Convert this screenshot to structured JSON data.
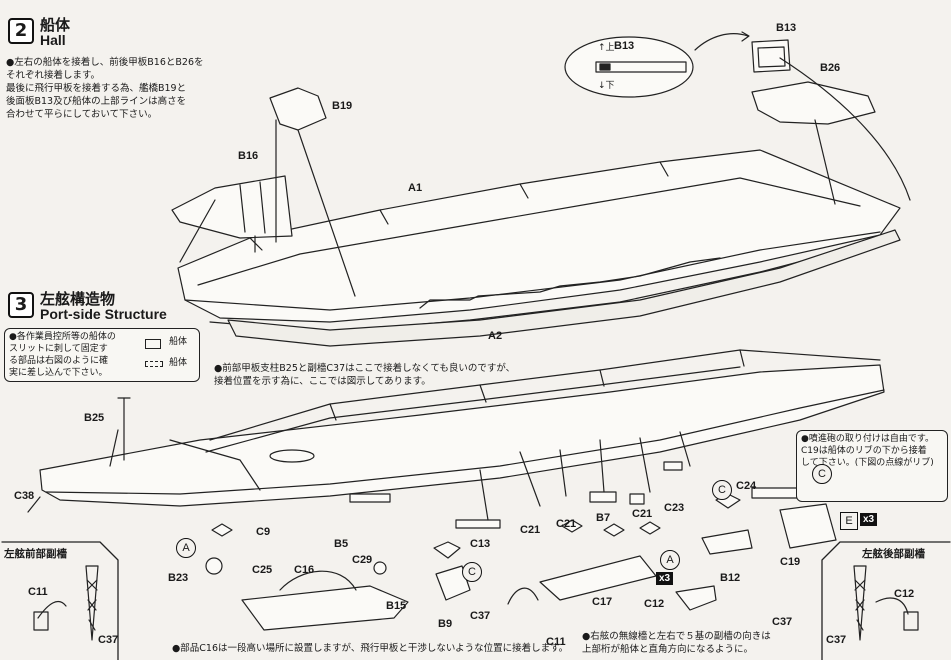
{
  "step2": {
    "number": "2",
    "title_jp": "船体",
    "title_en": "Hall",
    "note": "●左右の船体を接着し、前後甲板B16とB26を\nそれぞれ接着します。\n最後に飛行甲板を接着する為、艦橋B19と\n後面板B13及び船体の上部ラインは高さを\n合わせて平らにしておいて下さい。"
  },
  "step3": {
    "number": "3",
    "title_jp": "左舷構造物",
    "title_en": "Port-side Structure",
    "note_main": "●前部甲板支柱B25と副檣C37はここで接着しなくても良いのですが、\n接着位置を示す為に、ここでは図示してあります。",
    "note_slot": "●各作業員控所等の船体の\nスリットに刺して固定す\nる部品は右図のように確\n実に差し込んで下さい。",
    "slot_label_1": "船体",
    "slot_label_2": "船体",
    "note_gun": "●噴進砲の取り付けは自由です。\nC19は船体のリブの下から接着\nして下さい。(下図の点線がリブ)",
    "note_c16": "●部品C16は一段高い場所に設置しますが、飛行甲板と干渉しないような位置に接着します。",
    "note_mast": "●右舷の無線檣と左右で５基の副檣の向きは\n上部桁が船体と直角方向になるように。"
  },
  "inset_b13": {
    "title": "B13",
    "up": "↑上",
    "down": "↓下"
  },
  "inset_left_title": "左舷前部副檣",
  "inset_right_title": "左舷後部副檣",
  "parts": {
    "b13": "B13",
    "b26": "B26",
    "b19": "B19",
    "b16": "B16",
    "a1": "A1",
    "a2": "A2",
    "b25": "B25",
    "c38": "C38",
    "c9": "C9",
    "b5": "B5",
    "c29": "C29",
    "c13": "C13",
    "c21a": "C21",
    "c21b": "C21",
    "c21c": "C21",
    "b7": "B7",
    "c23": "C23",
    "c24": "C24",
    "b23": "B23",
    "c25": "C25",
    "c16": "C16",
    "b15": "B15",
    "b9": "B9",
    "c37a": "C37",
    "c11a": "C11",
    "c17": "C17",
    "c12a": "C12",
    "b12": "B12",
    "c37b": "C37",
    "c19": "C19",
    "c11b": "C11",
    "c37c": "C37",
    "c12b": "C12",
    "c37d": "C37"
  },
  "circles": {
    "a1": "A",
    "c1": "C",
    "c2": "C",
    "a2": "A",
    "c3": "C"
  },
  "e_label": "E",
  "x3_a": "x3",
  "x3_e": "x3"
}
